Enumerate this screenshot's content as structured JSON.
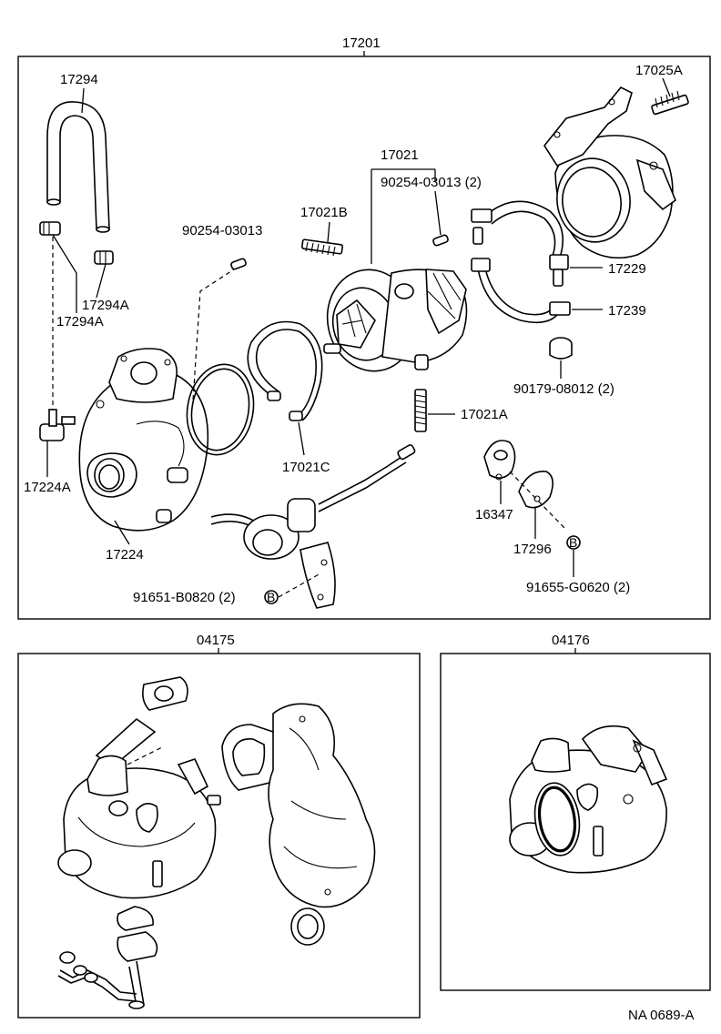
{
  "assembly_label": "17201",
  "kits": {
    "left": "04175",
    "right": "04176"
  },
  "footer_code": "NA 0689-A",
  "circle_marker": "B",
  "part_labels": {
    "p17294": "17294",
    "p17025A": "17025A",
    "p17021": "17021",
    "p90254_2": "90254-03013 (2)",
    "p17021B": "17021B",
    "p90254": "90254-03013",
    "p17229": "17229",
    "p17294A_a": "17294A",
    "p17294A_b": "17294A",
    "p17239": "17239",
    "p90179": "90179-08012 (2)",
    "p17021A": "17021A",
    "p17224A": "17224A",
    "p17021C": "17021C",
    "p16347": "16347",
    "p17224": "17224",
    "p17296": "17296",
    "p91651": "91651-B0820 (2)",
    "p91655": "91655-G0620 (2)"
  }
}
